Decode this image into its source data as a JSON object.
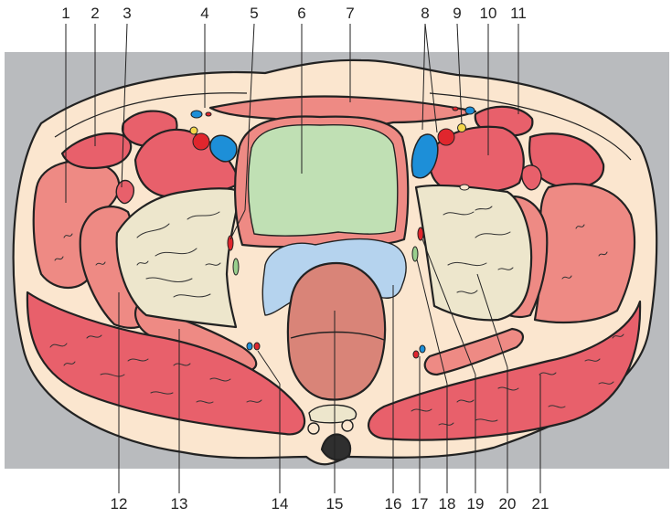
{
  "colors": {
    "background_band": "#b9bbbe",
    "skin_fat": "#fbe6cf",
    "muscle": "#e8606b",
    "muscle_light": "#ee8a84",
    "bone": "#ede6cc",
    "bladder": "#c0e0b4",
    "seminal_vesicles": "#b5d3ee",
    "rectum": "#d98478",
    "artery": "#e0262d",
    "vein": "#1d8fd8",
    "nerve": "#f3d64a",
    "lymph": "#9acf8e",
    "coccyx_dark": "#2f2f2f"
  },
  "top_labels": [
    "1",
    "2",
    "3",
    "4",
    "5",
    "6",
    "7",
    "8",
    "9",
    "10",
    "11"
  ],
  "bottom_labels": [
    "12",
    "13",
    "14",
    "15",
    "16",
    "17",
    "18",
    "19",
    "20",
    "21"
  ]
}
